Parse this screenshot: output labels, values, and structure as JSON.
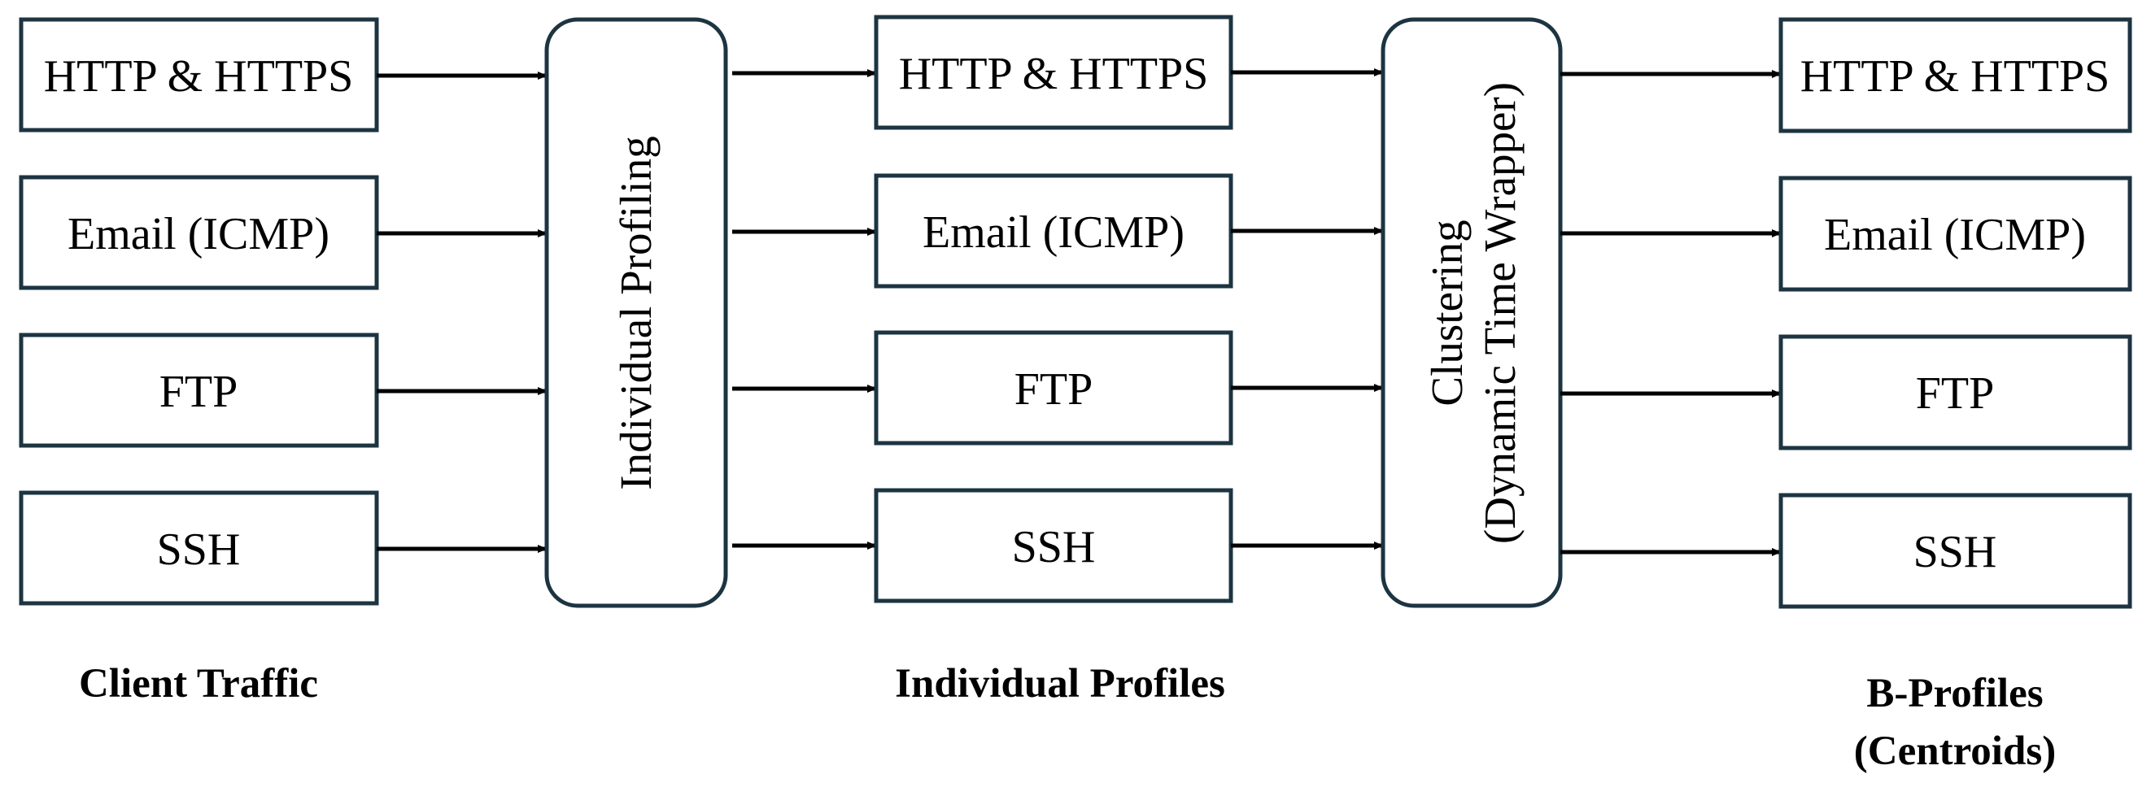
{
  "columns": {
    "client_traffic": {
      "caption": "Client Traffic",
      "items": [
        "HTTP & HTTPS",
        "Email (ICMP)",
        "FTP",
        "SSH"
      ]
    },
    "individual_profiles": {
      "caption": "Individual Profiles",
      "items": [
        "HTTP & HTTPS",
        "Email (ICMP)",
        "FTP",
        "SSH"
      ]
    },
    "b_profiles": {
      "caption_line1": "B-Profiles",
      "caption_line2": "(Centroids)",
      "items": [
        "HTTP & HTTPS",
        "Email (ICMP)",
        "FTP",
        "SSH"
      ]
    }
  },
  "processes": {
    "individual_profiling": "Individual Profiling",
    "clustering_line1": "Clustering",
    "clustering_line2": "(Dynamic Time Wrapper)"
  },
  "colors": {
    "box_border": "#1d3441",
    "arrow": "#000000"
  }
}
